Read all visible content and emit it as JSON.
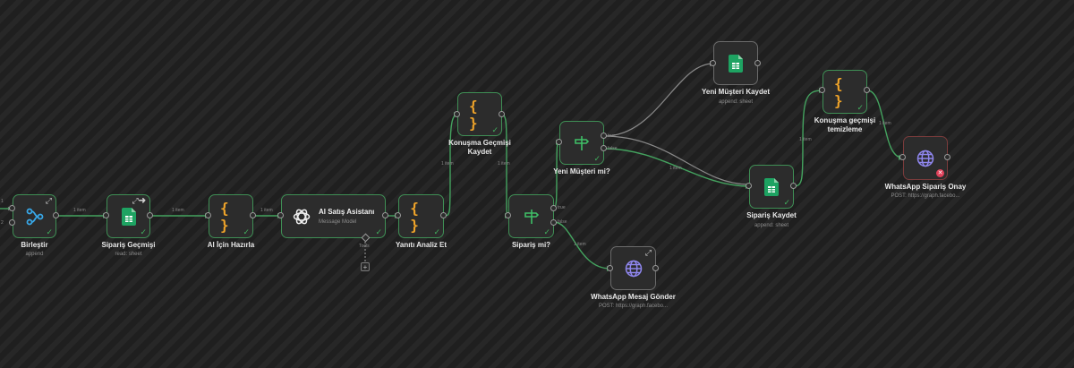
{
  "canvas": {
    "accent_success": "#41b05e",
    "accent_braces": "#f0a429",
    "background": "#1f1f1f"
  },
  "nodes": {
    "birlestir": {
      "title": "Birleştir",
      "subtitle": "append",
      "icon": "merge-icon",
      "input_labels": [
        "1",
        "2"
      ]
    },
    "siparis_gecmisi": {
      "title": "Sipariş Geçmişi",
      "subtitle": "read: sheet",
      "icon": "google-sheets-icon"
    },
    "ai_icin_hazirla": {
      "title": "AI İçin Hazırla",
      "icon": "code-braces-icon",
      "glyph": "{ }"
    },
    "ai_satis_asistani": {
      "title": "AI Satış Asistanı",
      "subtitle": "Message Model",
      "icon": "openai-icon",
      "tools_label": "Tools"
    },
    "yaniti_analiz_et": {
      "title": "Yanıtı Analiz Et",
      "icon": "code-braces-icon",
      "glyph": "{ }"
    },
    "konusma_gecmisi_kaydet": {
      "title_lines": [
        "Konuşma Geçmişi",
        "Kaydet"
      ],
      "icon": "code-braces-icon",
      "glyph": "{ }"
    },
    "siparis_mi": {
      "title": "Sipariş mi?",
      "icon": "if-signpost-icon",
      "branches": [
        "true",
        "false"
      ]
    },
    "yeni_musteri_mi": {
      "title": "Yeni Müşteri mi?",
      "icon": "if-signpost-icon",
      "branches": [
        "true",
        "false"
      ]
    },
    "yeni_musteri_kaydet": {
      "title": "Yeni Müşteri Kaydet",
      "subtitle": "append: sheet",
      "icon": "google-sheets-icon"
    },
    "siparis_kaydet": {
      "title": "Sipariş Kaydet",
      "subtitle": "append: sheet",
      "icon": "google-sheets-icon"
    },
    "konusma_gecmisi_temizleme": {
      "title_lines": [
        "Konuşma geçmişi",
        "temizleme"
      ],
      "icon": "code-braces-icon",
      "glyph": "{ }"
    },
    "whatsapp_mesaj_gonder": {
      "title": "WhatsApp Mesaj Gönder",
      "subtitle": "POST: https://graph.facebo...",
      "icon": "globe-icon"
    },
    "whatsapp_siparis_onay": {
      "title": "WhatsApp Sipariş Onay",
      "subtitle": "POST: https://graph.facebo...",
      "icon": "globe-icon",
      "status": "error"
    }
  },
  "edge_labels": {
    "one_item": "1 item",
    "true": "true",
    "false": "false"
  }
}
